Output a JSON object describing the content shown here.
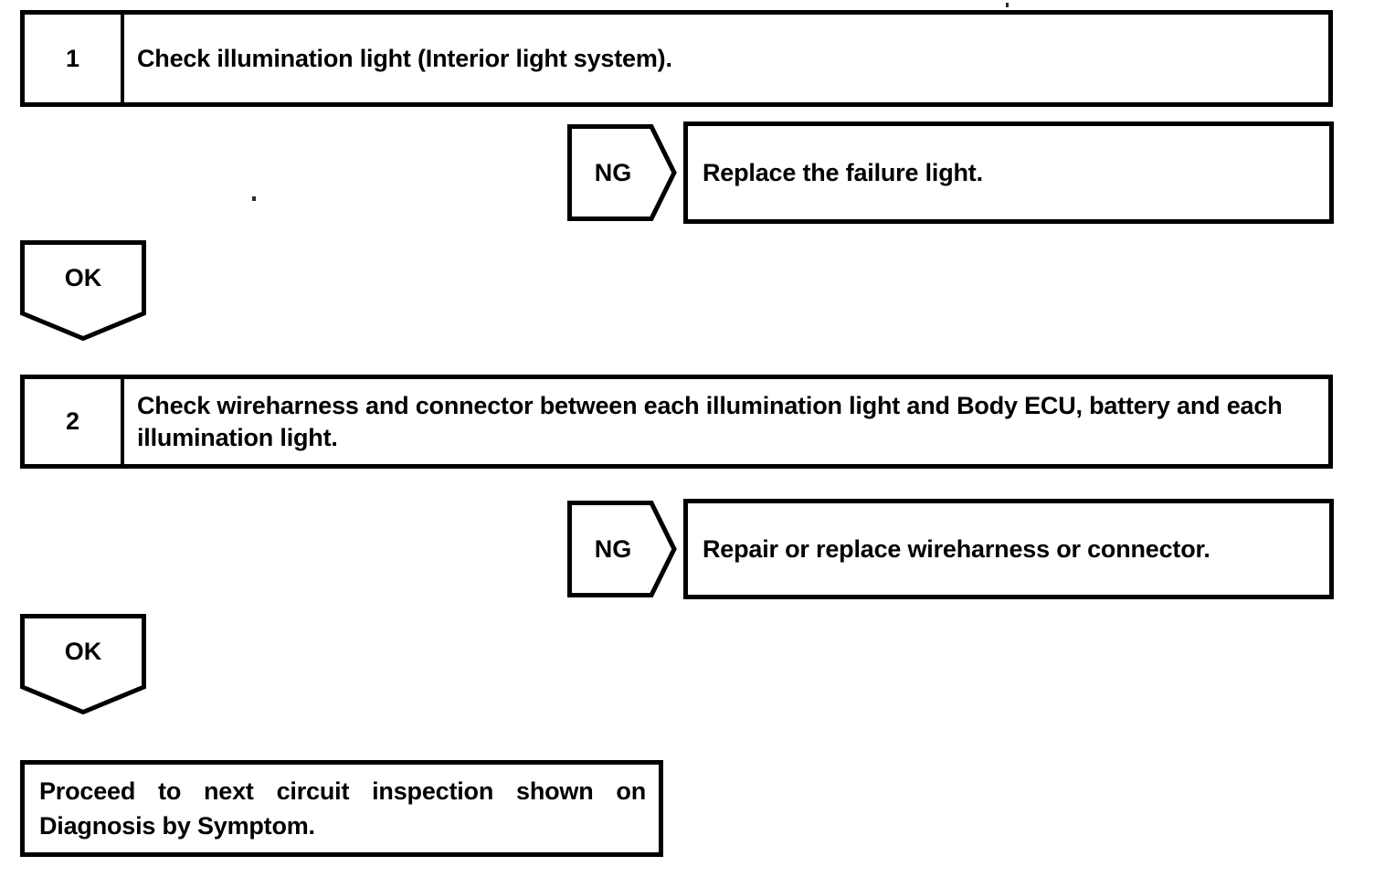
{
  "document": {
    "type": "troubleshooting-flowchart",
    "background_color": "#ffffff",
    "line_color": "#000000"
  },
  "steps": [
    {
      "number": "1",
      "text": "Check illumination light (Interior light system)."
    },
    {
      "number": "2",
      "text": "Check wireharness and connector between each illumination light and Body ECU, battery and each illumination light."
    }
  ],
  "branches": [
    {
      "tag": "NG",
      "action": "Replace the failure light."
    },
    {
      "tag": "NG",
      "action": "Repair or replace wireharness or connector."
    }
  ],
  "connectors": [
    {
      "tag": "OK"
    },
    {
      "tag": "OK"
    }
  ],
  "final": {
    "text": "Proceed to next circuit inspection shown on Diagnosis by Symptom."
  }
}
